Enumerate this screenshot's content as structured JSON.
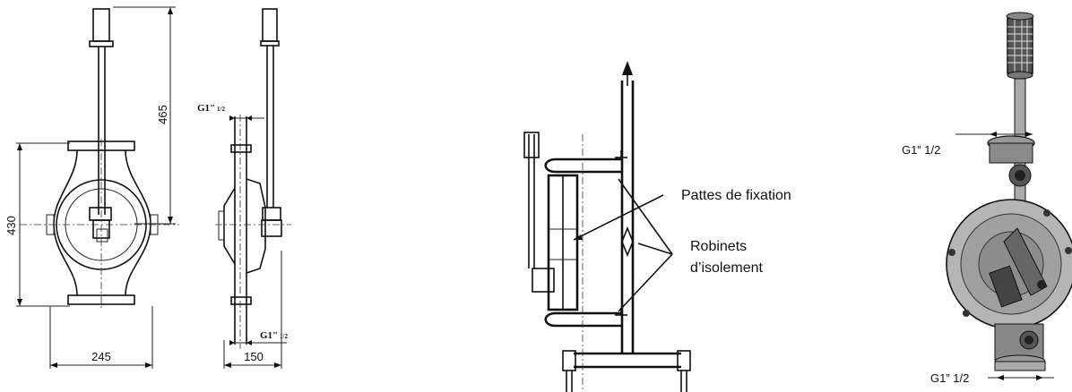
{
  "front_view": {
    "dim_height": "465",
    "dim_body": "430",
    "dim_width": "245"
  },
  "side_view": {
    "inlet_label_main": "G1\"",
    "inlet_label_frac": "1/2",
    "outlet_label_main": "G1\"",
    "outlet_label_frac": "1/2",
    "dim_width": "150"
  },
  "installation_view": {
    "callout_brackets": "Pattes de fixation",
    "callout_valves_line1": "Robinets",
    "callout_valves_line2": "d’isolement"
  },
  "perspective_view": {
    "inlet_label": "G1” 1/2",
    "outlet_label": "G1” 1/2"
  }
}
